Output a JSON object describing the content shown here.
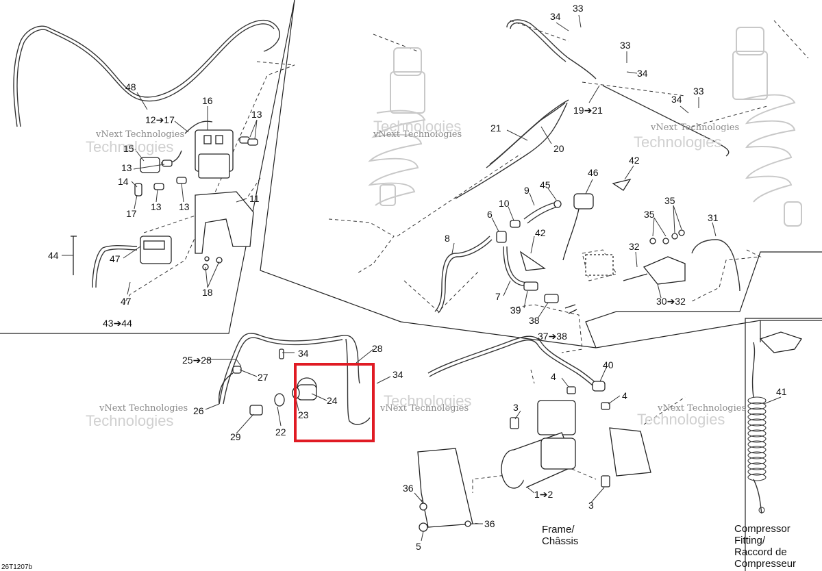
{
  "labels": {
    "l48": "48",
    "l16": "16",
    "l12_17": "12➔17",
    "l13a": "13",
    "l15": "15",
    "l13b": "13",
    "l14": "14",
    "l13c": "13",
    "l13d": "13",
    "l17": "17",
    "l11": "11",
    "l44": "44",
    "l47a": "47",
    "l47b": "47",
    "l18": "18",
    "l43_44": "43➔44",
    "l34a": "34",
    "l33a": "33",
    "l33b": "33",
    "l34b": "34",
    "l34c": "34",
    "l33c": "33",
    "l19_21": "19➔21",
    "l21": "21",
    "l20": "20",
    "l46": "46",
    "l42a": "42",
    "l9": "9",
    "l45": "45",
    "l10": "10",
    "l6": "6",
    "l8": "8",
    "l42b": "42",
    "l35a": "35",
    "l35b": "35",
    "l31": "31",
    "l32": "32",
    "l30_32": "30➔32",
    "l7": "7",
    "l39": "39",
    "l38": "38",
    "l37_38": "37➔38",
    "l25_28": "25➔28",
    "l34d": "34",
    "l28": "28",
    "l27": "27",
    "l34e": "34",
    "l24": "24",
    "l26": "26",
    "l23": "23",
    "l22": "22",
    "l29": "29",
    "l40": "40",
    "l4a": "4",
    "l4b": "4",
    "l3a": "3",
    "l1_2": "1➔2",
    "l3b": "3",
    "l36a": "36",
    "l36b": "36",
    "l5": "5",
    "l41": "41"
  },
  "notes": {
    "frame_line1": "Frame/",
    "frame_line2": "Châssis",
    "compressor_line1": "Compressor",
    "compressor_line2": "Fitting/",
    "compressor_line3": "Raccord de",
    "compressor_line4": "Compresseur"
  },
  "drawing_code": "26T1207b",
  "watermarks": {
    "brand": "vNext Technologies",
    "brand_large": "Technologies"
  },
  "highlight": {
    "color": "#e01b24",
    "target_label": "24"
  }
}
